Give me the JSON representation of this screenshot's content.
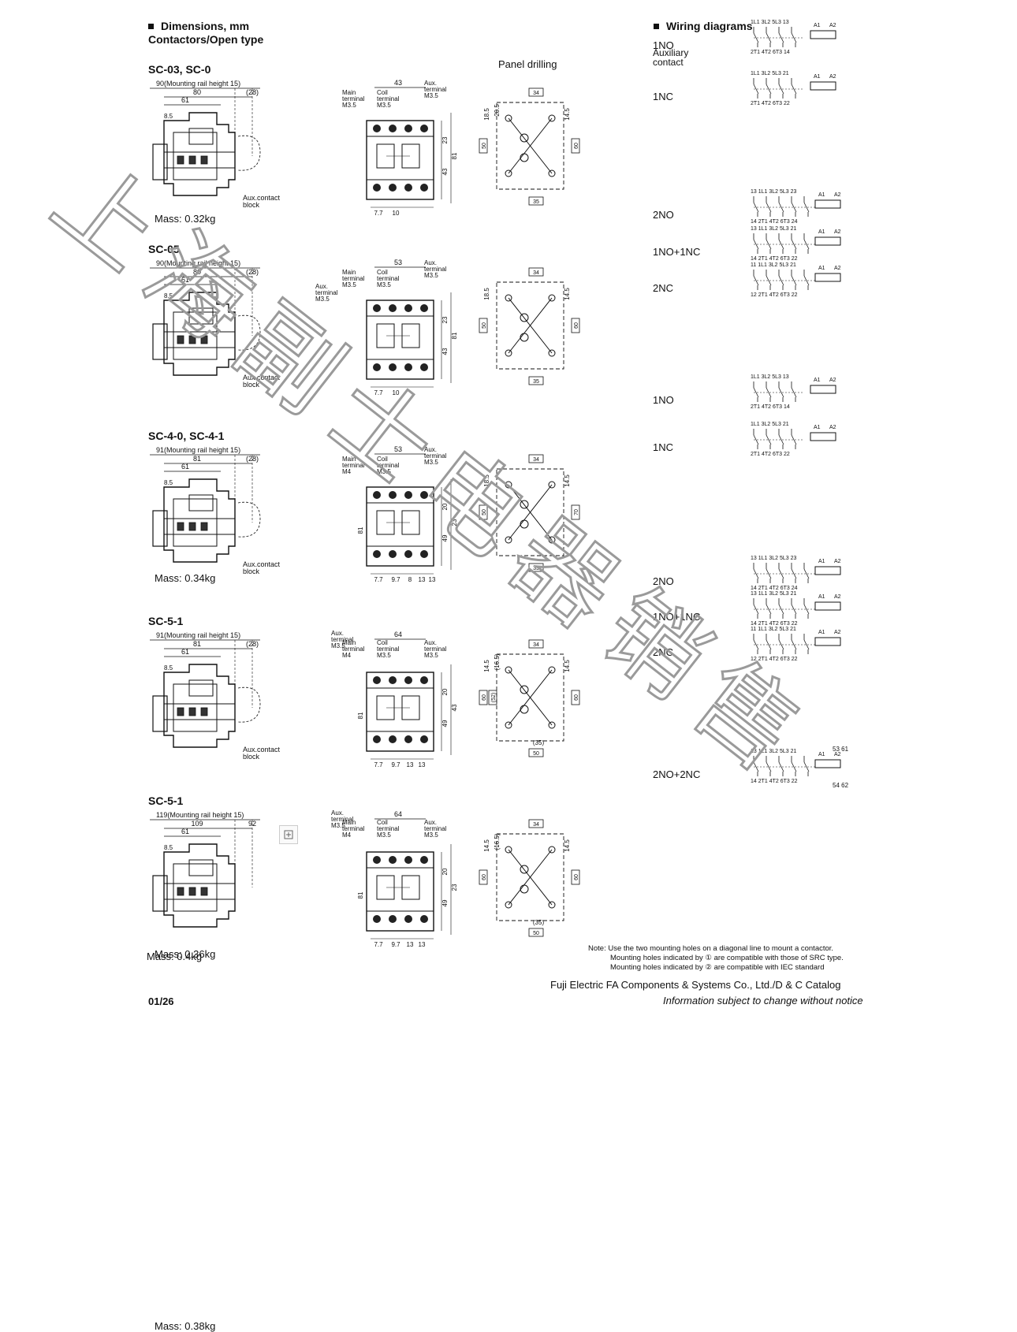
{
  "headings": {
    "dimensions_line1": "Dimensions, mm",
    "dimensions_line2": "Contactors/Open type",
    "wiring": "Wiring diagrams",
    "panel_drilling": "Panel drilling",
    "aux_contact": "Auxiliary contact"
  },
  "sections": [
    {
      "model": "SC-03, SC-0",
      "mass": "Mass: 0.32kg",
      "side": {
        "rail": "90(Mounting rail height 15)",
        "d1": "80",
        "d2": "(28)",
        "d3": "61",
        "d4": "8.5",
        "aux": "Aux.contact block"
      },
      "front": {
        "width": "43",
        "main": "Main terminal M3.5",
        "coil": "Coil terminal M3.5",
        "aux": "Aux. terminal M3.5",
        "h1": "23",
        "h2": "43",
        "h3": "81",
        "b1": "7.7",
        "b2": "10"
      },
      "drill": {
        "top": "34",
        "bottom": "35",
        "left": "50",
        "right": "60",
        "v1": "18.5",
        "v2": "20.5",
        "v3": "14.5"
      },
      "wiring": [
        {
          "label": "1NO",
          "top": "1L1 3L2 5L3 13",
          "bottom": "2T1 4T2 6T3 14",
          "coil": "A1 A2"
        },
        {
          "label": "1NC",
          "top": "1L1 3L2 5L3 21",
          "bottom": "2T1 4T2 6T3 22",
          "coil": "A1 A2"
        }
      ]
    },
    {
      "model": "SC-05",
      "mass": "Mass: 0.34kg",
      "side": {
        "rail": "90(Mounting rail height 15)",
        "d1": "80",
        "d2": "(28)",
        "d3": "61",
        "d4": "8.5",
        "aux": "Aux.contact block"
      },
      "front": {
        "width": "53",
        "main": "Main terminal M3.5",
        "coil": "Coil terminal M3.5",
        "aux": "Aux. terminal M3.5",
        "aux2": "Aux. terminal M3.5",
        "h1": "23",
        "h2": "43",
        "h3": "81",
        "b1": "7.7",
        "b2": "10"
      },
      "drill": {
        "top": "34",
        "bottom": "35",
        "left": "50",
        "right": "60",
        "v1": "18.5",
        "v3": "14.5"
      },
      "wiring": [
        {
          "label": "2NO",
          "top": "13 1L1 3L2 5L3 23",
          "bottom": "14 2T1 4T2 6T3 24",
          "coil": "A1 A2"
        },
        {
          "label": "1NO+1NC",
          "top": "13 1L1 3L2 5L3 21",
          "bottom": "14 2T1 4T2 6T3 22",
          "coil": "A1 A2"
        },
        {
          "label": "2NC",
          "top": "11 1L1 3L2 5L3 21",
          "bottom": "12 2T1 4T2 6T3 22",
          "coil": "A1 A2"
        }
      ]
    },
    {
      "model": "SC-4-0, SC-4-1",
      "mass": "Mass: 0.36kg",
      "side": {
        "rail": "91(Mounting rail height 15)",
        "d1": "81",
        "d2": "(28)",
        "d3": "61",
        "d4": "8.5",
        "aux": "Aux.contact block"
      },
      "front": {
        "width": "53",
        "main": "Main terminal M4",
        "coil": "Coil terminal M3.5",
        "aux": "Aux. terminal M3.5",
        "h1": "20",
        "h2": "49",
        "h3": "23",
        "h4": "81",
        "b1": "7.7",
        "b2": "9.7",
        "b3": "8",
        "b4": "13",
        "b5": "13"
      },
      "drill": {
        "top": "34",
        "bottom": "35",
        "left": "50",
        "right": "70",
        "v1": "18.5",
        "v3": "14.5"
      },
      "wiring": [
        {
          "label": "1NO",
          "top": "1L1 3L2 5L3 13",
          "bottom": "2T1 4T2 6T3 14",
          "coil": "A1 A2"
        },
        {
          "label": "1NC",
          "top": "1L1 3L2 5L3 21",
          "bottom": "2T1 4T2 6T3 22",
          "coil": "A1 A2"
        }
      ]
    },
    {
      "model": "SC-5-1",
      "mass": "Mass: 0.38kg",
      "side": {
        "rail": "91(Mounting rail height 15)",
        "d1": "81",
        "d2": "(28)",
        "d3": "61",
        "d4": "8.5",
        "aux": "Aux.contact block"
      },
      "front": {
        "width": "64",
        "aux_l": "Aux. terminal M3.5",
        "main": "Main terminal M4",
        "coil": "Coil terminal M3.5",
        "aux": "Aux. terminal M3.5",
        "h1": "20",
        "h2": "49",
        "h3": "43",
        "h4": "81",
        "b1": "7.7",
        "b2": "9.7",
        "b3": "13",
        "b4": "13"
      },
      "drill": {
        "top": "34",
        "bottom": "50",
        "left": "60",
        "right": "60",
        "mid": "(35)",
        "v1": "14.5",
        "v2": "(16.5)",
        "v3": "14.5",
        "l2": "(52)"
      },
      "wiring": [
        {
          "label": "2NO",
          "top": "13 1L1 3L2 5L3 23",
          "bottom": "14 2T1 4T2 6T3 24",
          "coil": "A1 A2"
        },
        {
          "label": "1NO+1NC",
          "top": "13 1L1 3L2 5L3 21",
          "bottom": "14 2T1 4T2 6T3 22",
          "coil": "A1 A2"
        },
        {
          "label": "2NC",
          "top": "11 1L1 3L2 5L3 21",
          "bottom": "12 2T1 4T2 6T3 22",
          "coil": "A1 A2"
        }
      ]
    },
    {
      "model": "SC-5-1",
      "mass": "Mass: 0.4kg",
      "side": {
        "rail": "119(Mounting rail height 15)",
        "d1": "109",
        "d2": "92",
        "d3": "61",
        "d4": "8.5"
      },
      "front": {
        "width": "64",
        "aux_l": "Aux. terminal M3.5",
        "main": "Main terminal M4",
        "coil": "Coil terminal M3.5",
        "aux": "Aux. terminal M3.5",
        "h1": "20",
        "h2": "49",
        "h3": "23",
        "h4": "81",
        "b1": "7.7",
        "b2": "9.7",
        "b3": "13",
        "b4": "13"
      },
      "drill": {
        "top": "34",
        "bottom": "50",
        "left": "60",
        "right": "60",
        "mid": "(35)",
        "v1": "14.5",
        "v2": "(16.5)",
        "v3": "14.5"
      },
      "wiring": [
        {
          "label": "2NO+2NC",
          "top": "13 1L1 3L2 5L3 21",
          "top2": "53 61",
          "bottom": "14 2T1 4T2 6T3 22",
          "bottom2": "54 62",
          "coil": "A1 A2"
        }
      ]
    }
  ],
  "note": {
    "line1": "Note: Use the two mounting holes on a diagonal line to mount a contactor.",
    "line2": "Mounting holes indicated by ① are compatible with those of SRC type.",
    "line3": "Mounting holes indicated by ② are compatible with IEC standard"
  },
  "footer": {
    "page": "01/26",
    "company": "Fuji Electric FA Components & Systems Co., Ltd./D & C Catalog",
    "notice": "Information subject to change without notice"
  },
  "watermark": "上海副士电器销售",
  "colors": {
    "ink": "#111111",
    "watermark": "#9a9a9a"
  }
}
